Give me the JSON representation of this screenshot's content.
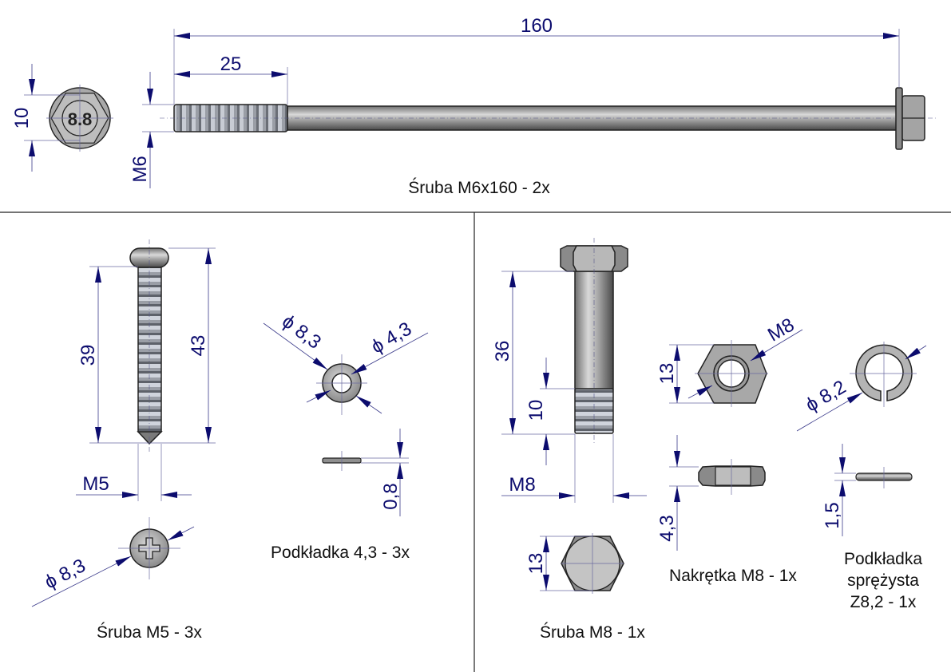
{
  "parts": {
    "bolt_m6x160": {
      "caption": "Śruba M6x160 - 2x",
      "dims": {
        "length": "160",
        "thread_length": "25",
        "diameter": "M6",
        "head_size": "10",
        "grade": "8.8"
      }
    },
    "screw_m5": {
      "caption": "Śruba M5 - 3x",
      "dims": {
        "thread_length": "39",
        "total_length": "43",
        "diameter": "M5",
        "head_diameter": "ϕ 8,3"
      }
    },
    "washer_4_3": {
      "caption": "Podkładka 4,3 - 3x",
      "dims": {
        "outer_diameter": "ϕ 8,3",
        "inner_diameter": "ϕ 4,3",
        "thickness": "0,8"
      }
    },
    "bolt_m8": {
      "caption": "Śruba M8 - 1x",
      "dims": {
        "length": "36",
        "thread_length": "10",
        "diameter": "M8",
        "head_size": "13"
      }
    },
    "nut_m8": {
      "caption": "Nakrętka M8 - 1x",
      "dims": {
        "size": "13",
        "thread": "M8",
        "height": "4,3"
      }
    },
    "spring_washer": {
      "caption_lines": [
        "Podkładka",
        "sprężysta",
        "Z8,2 - 1x"
      ],
      "dims": {
        "inner_diameter": "ϕ 8,2",
        "thickness": "1,5"
      }
    }
  }
}
